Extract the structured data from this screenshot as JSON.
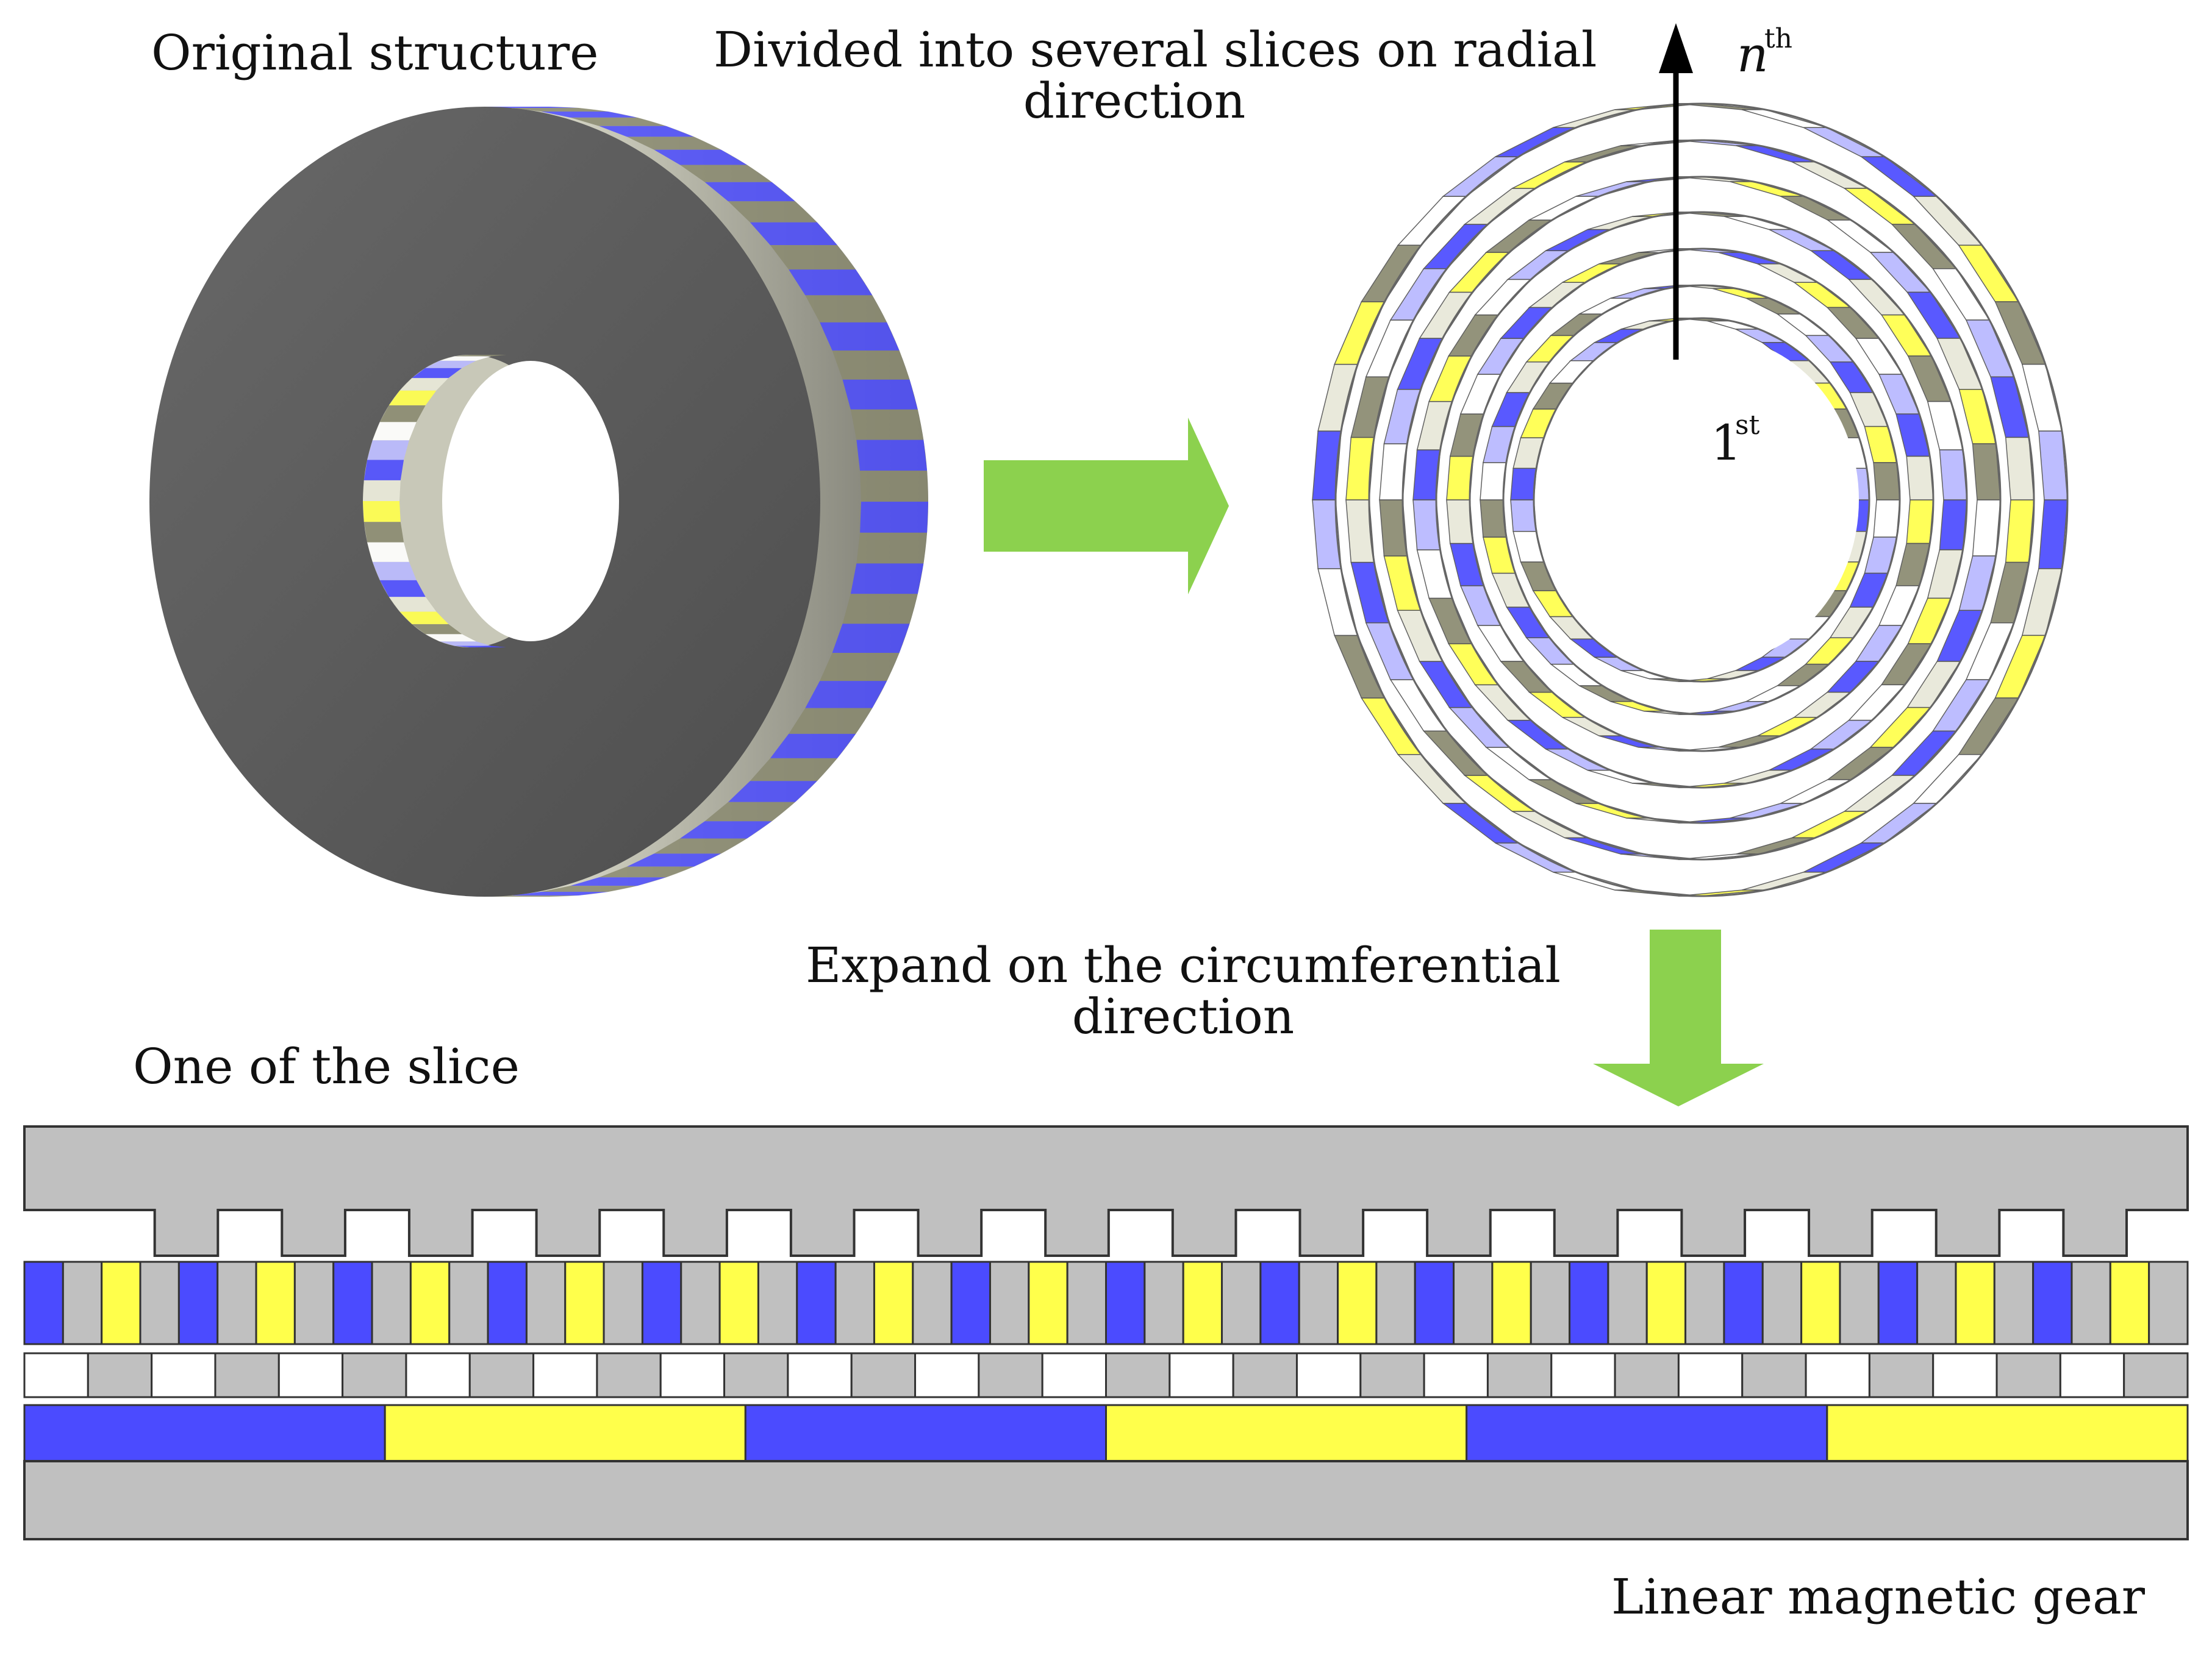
{
  "labels": {
    "original_structure": "Original structure",
    "divided_line1": "Divided into several slices on radial",
    "divided_line2": "direction",
    "nth_base": "n",
    "nth_sup": "th",
    "first_base": "1",
    "first_sup": "st",
    "expand_line1": "Expand on the circumferential",
    "expand_line2": "direction",
    "one_slice": "One of the slice",
    "linear_gear": "Linear magnetic gear"
  },
  "colors": {
    "gray": "#c0c0c0",
    "blue": "#4b4bff",
    "yellow": "#ffff4b",
    "arrow_green": "#8cd14e",
    "disk_face": "#5c5c5c",
    "outline": "#333333"
  },
  "linear_gear": {
    "teeth_count": 16,
    "magnet_pattern": [
      "blue",
      "gray",
      "yellow",
      "gray"
    ],
    "magnet_cells": 56,
    "pole_pieces": 34,
    "bottom_magnets": [
      "blue",
      "yellow",
      "blue",
      "yellow",
      "blue",
      "yellow"
    ]
  }
}
